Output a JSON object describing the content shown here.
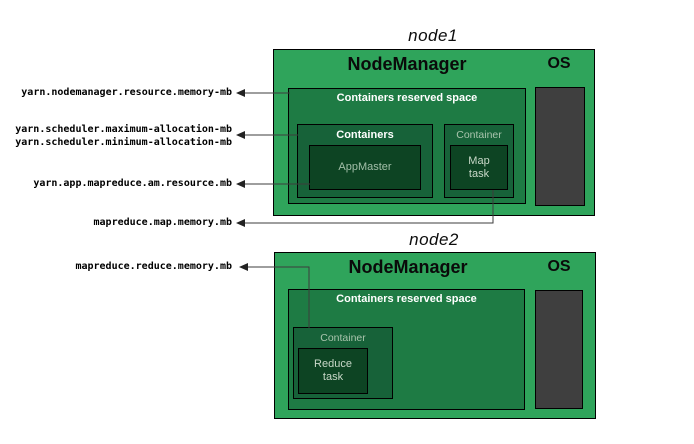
{
  "properties": [
    {
      "text": "yarn.nodemanager.resource.memory-mb"
    },
    {
      "text": "yarn.scheduler.maximum-allocation-mb"
    },
    {
      "text": "yarn.scheduler.minimum-allocation-mb"
    },
    {
      "text": "yarn.app.mapreduce.am.resource.mb"
    },
    {
      "text": "mapreduce.map.memory.mb"
    },
    {
      "text": "mapreduce.reduce.memory.mb"
    }
  ],
  "node1": {
    "title": "node1",
    "manager_label": "NodeManager",
    "os_label": "OS",
    "reserved_label": "Containers reserved space",
    "containers_label": "Containers",
    "appmaster_label": "AppMaster",
    "container_label": "Container",
    "map_task_label": "Map task"
  },
  "node2": {
    "title": "node2",
    "manager_label": "NodeManager",
    "os_label": "OS",
    "reserved_label": "Containers reserved space",
    "container_label": "Container",
    "reduce_task_label": "Reduce task"
  },
  "colors": {
    "node_green": "#2fa45b",
    "reserved_green": "#1e7b44",
    "container_green": "#176239",
    "task_dark_green": "#0d4423",
    "os_rect_gray": "#3f3f3f",
    "connector_line": "#3c3c3c"
  }
}
